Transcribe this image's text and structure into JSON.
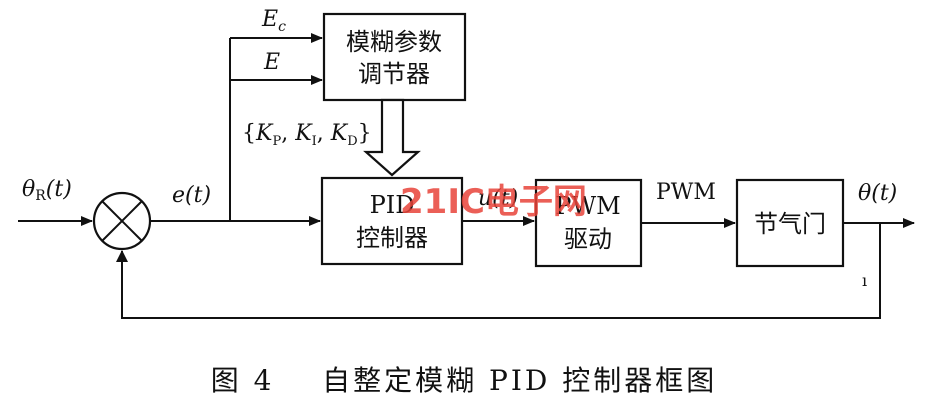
{
  "blocks": {
    "fuzzy": [
      "模糊参数",
      "调节器"
    ],
    "pid": [
      "PID",
      "控制器"
    ],
    "pwm": [
      "PWM",
      "驱动"
    ],
    "throttle": "节气门"
  },
  "signals": {
    "input": "θR(t)",
    "error": "e(t)",
    "ec": "Ec",
    "e": "E",
    "params": "{KP, KI, KD}",
    "control": "u(t)",
    "pwm": "PWM",
    "output": "θ(t)"
  },
  "caption": "图 4    自整定模糊 PID 控制器框图",
  "watermark": "21IC电子网"
}
